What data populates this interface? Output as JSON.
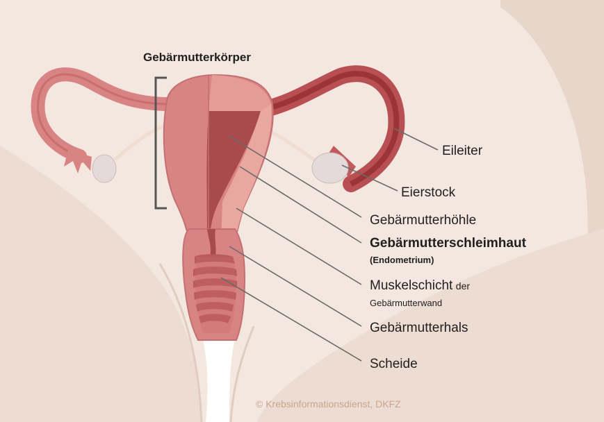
{
  "labels": {
    "body_top": "Gebärmutterkörper",
    "tube": "Eileiter",
    "ovary": "Eierstock",
    "cavity": "Gebärmutterhöhle",
    "endometrium": "Gebärmutterschleimhaut",
    "endometrium_sub": "(Endometrium)",
    "muscle": "Muskelschicht",
    "muscle_der": "der",
    "muscle_sub": "Gebärmutterwand",
    "cervix": "Gebärmutterhals",
    "vagina": "Scheide"
  },
  "credit": "© Krebsinformationsdienst, DKFZ",
  "colors": {
    "background": "#f3e7df",
    "body_shape": "#ead9cd",
    "uterus": "#d98484",
    "uterus_dark": "#a94a4d",
    "tube_inner": "#a73a3e",
    "ovary": "#e4dada",
    "leader_line": "#6b6b6b"
  }
}
